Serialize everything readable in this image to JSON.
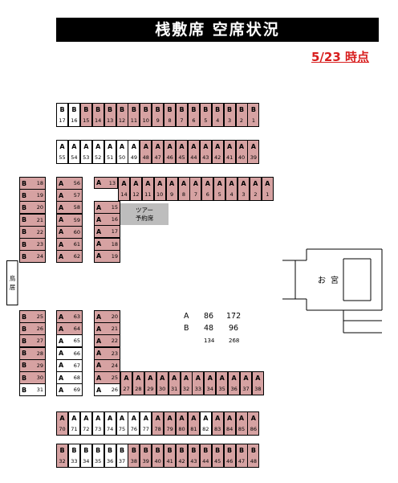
{
  "header": {
    "title": "桟敷席 空席状況",
    "as_of": "5/23 時点"
  },
  "legend_colors": {
    "sold": "#d6a2a2",
    "available": "#ffffff"
  },
  "labels": {
    "tour_line1": "ツアー",
    "tour_line2": "予約席",
    "hanamichi_1": "鳥",
    "hanamichi_2": "居",
    "shrine": "お宮"
  },
  "summary": {
    "rows": [
      {
        "label": "A",
        "available": "86",
        "total": "172"
      },
      {
        "label": "B",
        "available": "48",
        "total": "96"
      }
    ],
    "totals": {
      "available": "134",
      "total": "268"
    }
  },
  "seats": [
    {
      "row": "B",
      "num": "17",
      "sold": false
    },
    {
      "row": "B",
      "num": "16",
      "sold": false
    },
    {
      "row": "B",
      "num": "15",
      "sold": true
    },
    {
      "row": "B",
      "num": "14",
      "sold": true
    },
    {
      "row": "B",
      "num": "13",
      "sold": true
    },
    {
      "row": "B",
      "num": "12",
      "sold": true
    },
    {
      "row": "B",
      "num": "11",
      "sold": true
    },
    {
      "row": "B",
      "num": "10",
      "sold": true
    },
    {
      "row": "B",
      "num": "9",
      "sold": true
    },
    {
      "row": "B",
      "num": "8",
      "sold": true
    },
    {
      "row": "B",
      "num": "7",
      "sold": true
    },
    {
      "row": "B",
      "num": "6",
      "sold": true
    },
    {
      "row": "B",
      "num": "5",
      "sold": true
    },
    {
      "row": "B",
      "num": "4",
      "sold": true
    },
    {
      "row": "B",
      "num": "3",
      "sold": true
    },
    {
      "row": "B",
      "num": "2",
      "sold": true
    },
    {
      "row": "B",
      "num": "1",
      "sold": true
    },
    {
      "row": "A",
      "num": "55",
      "sold": false
    },
    {
      "row": "A",
      "num": "54",
      "sold": false
    },
    {
      "row": "A",
      "num": "53",
      "sold": false
    },
    {
      "row": "A",
      "num": "52",
      "sold": false
    },
    {
      "row": "A",
      "num": "51",
      "sold": false
    },
    {
      "row": "A",
      "num": "50",
      "sold": false
    },
    {
      "row": "A",
      "num": "49",
      "sold": false
    },
    {
      "row": "A",
      "num": "48",
      "sold": true
    },
    {
      "row": "A",
      "num": "47",
      "sold": true
    },
    {
      "row": "A",
      "num": "46",
      "sold": true
    },
    {
      "row": "A",
      "num": "45",
      "sold": true
    },
    {
      "row": "A",
      "num": "44",
      "sold": true
    },
    {
      "row": "A",
      "num": "43",
      "sold": true
    },
    {
      "row": "A",
      "num": "42",
      "sold": true
    },
    {
      "row": "A",
      "num": "41",
      "sold": true
    },
    {
      "row": "A",
      "num": "40",
      "sold": true
    },
    {
      "row": "A",
      "num": "39",
      "sold": true
    },
    {
      "row": "A",
      "num": "13",
      "sold": true
    },
    {
      "row": "A",
      "num": "14",
      "sold": true
    },
    {
      "row": "A",
      "num": "12",
      "sold": true
    },
    {
      "row": "A",
      "num": "11",
      "sold": true
    },
    {
      "row": "A",
      "num": "10",
      "sold": true
    },
    {
      "row": "A",
      "num": "9",
      "sold": true
    },
    {
      "row": "A",
      "num": "8",
      "sold": true
    },
    {
      "row": "A",
      "num": "7",
      "sold": true
    },
    {
      "row": "A",
      "num": "6",
      "sold": true
    },
    {
      "row": "A",
      "num": "5",
      "sold": true
    },
    {
      "row": "A",
      "num": "4",
      "sold": true
    },
    {
      "row": "A",
      "num": "3",
      "sold": true
    },
    {
      "row": "A",
      "num": "2",
      "sold": true
    },
    {
      "row": "A",
      "num": "1",
      "sold": true
    },
    {
      "row": "A",
      "num": "15",
      "sold": true
    },
    {
      "row": "A",
      "num": "16",
      "sold": true
    },
    {
      "row": "A",
      "num": "17",
      "sold": true
    },
    {
      "row": "A",
      "num": "18",
      "sold": true
    },
    {
      "row": "A",
      "num": "19",
      "sold": true
    },
    {
      "row": "A",
      "num": "56",
      "sold": true
    },
    {
      "row": "A",
      "num": "57",
      "sold": true
    },
    {
      "row": "A",
      "num": "58",
      "sold": true
    },
    {
      "row": "A",
      "num": "59",
      "sold": true
    },
    {
      "row": "A",
      "num": "60",
      "sold": true
    },
    {
      "row": "A",
      "num": "61",
      "sold": true
    },
    {
      "row": "A",
      "num": "62",
      "sold": true
    },
    {
      "row": "B",
      "num": "18",
      "sold": true
    },
    {
      "row": "B",
      "num": "19",
      "sold": true
    },
    {
      "row": "B",
      "num": "20",
      "sold": true
    },
    {
      "row": "B",
      "num": "21",
      "sold": true
    },
    {
      "row": "B",
      "num": "22",
      "sold": true
    },
    {
      "row": "B",
      "num": "23",
      "sold": true
    },
    {
      "row": "B",
      "num": "24",
      "sold": true
    },
    {
      "row": "B",
      "num": "25",
      "sold": true
    },
    {
      "row": "B",
      "num": "26",
      "sold": true
    },
    {
      "row": "B",
      "num": "27",
      "sold": true
    },
    {
      "row": "B",
      "num": "28",
      "sold": true
    },
    {
      "row": "B",
      "num": "29",
      "sold": true
    },
    {
      "row": "B",
      "num": "30",
      "sold": true
    },
    {
      "row": "B",
      "num": "31",
      "sold": false
    },
    {
      "row": "A",
      "num": "63",
      "sold": true
    },
    {
      "row": "A",
      "num": "64",
      "sold": true
    },
    {
      "row": "A",
      "num": "65",
      "sold": false
    },
    {
      "row": "A",
      "num": "66",
      "sold": false
    },
    {
      "row": "A",
      "num": "67",
      "sold": false
    },
    {
      "row": "A",
      "num": "68",
      "sold": false
    },
    {
      "row": "A",
      "num": "69",
      "sold": false
    },
    {
      "row": "A",
      "num": "20",
      "sold": true
    },
    {
      "row": "A",
      "num": "21",
      "sold": true
    },
    {
      "row": "A",
      "num": "22",
      "sold": true
    },
    {
      "row": "A",
      "num": "23",
      "sold": true
    },
    {
      "row": "A",
      "num": "24",
      "sold": true
    },
    {
      "row": "A",
      "num": "25",
      "sold": true
    },
    {
      "row": "A",
      "num": "26",
      "sold": false
    },
    {
      "row": "A",
      "num": "27",
      "sold": true
    },
    {
      "row": "A",
      "num": "28",
      "sold": true
    },
    {
      "row": "A",
      "num": "29",
      "sold": true
    },
    {
      "row": "A",
      "num": "30",
      "sold": true
    },
    {
      "row": "A",
      "num": "31",
      "sold": true
    },
    {
      "row": "A",
      "num": "32",
      "sold": true
    },
    {
      "row": "A",
      "num": "33",
      "sold": true
    },
    {
      "row": "A",
      "num": "34",
      "sold": true
    },
    {
      "row": "A",
      "num": "35",
      "sold": true
    },
    {
      "row": "A",
      "num": "36",
      "sold": true
    },
    {
      "row": "A",
      "num": "37",
      "sold": true
    },
    {
      "row": "A",
      "num": "38",
      "sold": true
    },
    {
      "row": "A",
      "num": "70",
      "sold": true
    },
    {
      "row": "A",
      "num": "71",
      "sold": false
    },
    {
      "row": "A",
      "num": "72",
      "sold": false
    },
    {
      "row": "A",
      "num": "73",
      "sold": false
    },
    {
      "row": "A",
      "num": "74",
      "sold": false
    },
    {
      "row": "A",
      "num": "75",
      "sold": false
    },
    {
      "row": "A",
      "num": "76",
      "sold": false
    },
    {
      "row": "A",
      "num": "77",
      "sold": false
    },
    {
      "row": "A",
      "num": "78",
      "sold": true
    },
    {
      "row": "A",
      "num": "79",
      "sold": true
    },
    {
      "row": "A",
      "num": "80",
      "sold": true
    },
    {
      "row": "A",
      "num": "81",
      "sold": true
    },
    {
      "row": "A",
      "num": "82",
      "sold": false
    },
    {
      "row": "A",
      "num": "83",
      "sold": true
    },
    {
      "row": "A",
      "num": "84",
      "sold": true
    },
    {
      "row": "A",
      "num": "85",
      "sold": true
    },
    {
      "row": "A",
      "num": "86",
      "sold": true
    },
    {
      "row": "B",
      "num": "32",
      "sold": true
    },
    {
      "row": "B",
      "num": "33",
      "sold": false
    },
    {
      "row": "B",
      "num": "34",
      "sold": false
    },
    {
      "row": "B",
      "num": "35",
      "sold": false
    },
    {
      "row": "B",
      "num": "36",
      "sold": false
    },
    {
      "row": "B",
      "num": "37",
      "sold": false
    },
    {
      "row": "B",
      "num": "38",
      "sold": true
    },
    {
      "row": "B",
      "num": "39",
      "sold": true
    },
    {
      "row": "B",
      "num": "40",
      "sold": true
    },
    {
      "row": "B",
      "num": "41",
      "sold": true
    },
    {
      "row": "B",
      "num": "42",
      "sold": true
    },
    {
      "row": "B",
      "num": "43",
      "sold": true
    },
    {
      "row": "B",
      "num": "44",
      "sold": true
    },
    {
      "row": "B",
      "num": "45",
      "sold": true
    },
    {
      "row": "B",
      "num": "46",
      "sold": true
    },
    {
      "row": "B",
      "num": "47",
      "sold": true
    },
    {
      "row": "B",
      "num": "48",
      "sold": true
    }
  ]
}
